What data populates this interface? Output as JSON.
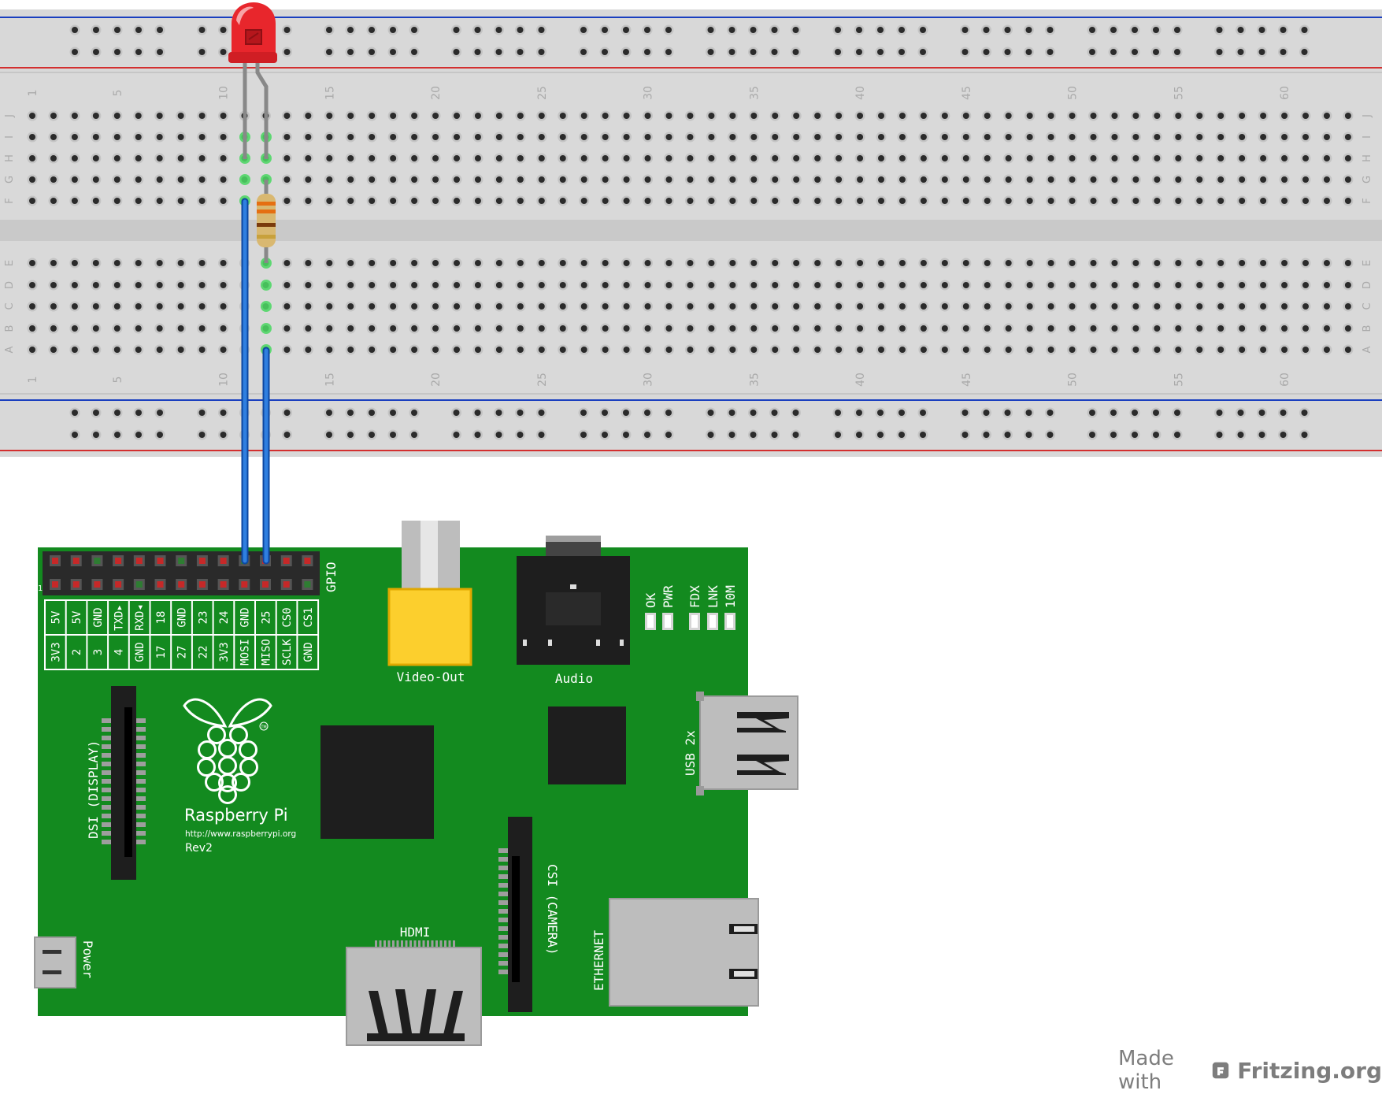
{
  "breadboard": {
    "row_labels_top": [
      "J",
      "I",
      "H",
      "G",
      "F"
    ],
    "row_labels_bottom": [
      "E",
      "D",
      "C",
      "B",
      "A"
    ],
    "column_numbers": [
      "1",
      "5",
      "10",
      "15",
      "20",
      "25",
      "30",
      "35",
      "40",
      "45",
      "50",
      "55",
      "60"
    ]
  },
  "gpio": {
    "label": "GPIO",
    "pin1_marker": "1",
    "top_row": [
      "5V",
      "5V",
      "GND",
      "TXD▸",
      "RXD◂",
      "18",
      "GND",
      "23",
      "24",
      "GND",
      "25",
      "CS0",
      "CS1"
    ],
    "bottom_row": [
      "3V3",
      "2",
      "3",
      "4",
      "GND",
      "17",
      "27",
      "22",
      "3V3",
      "MOSI",
      "MISO",
      "SCLK",
      "GND"
    ]
  },
  "board": {
    "video_out": "Video-Out",
    "audio": "Audio",
    "leds": [
      "OK",
      "PWR",
      "FDX",
      "LNK",
      "10M"
    ],
    "usb": "USB 2x",
    "dsi": "DSI (DISPLAY)",
    "csi": "CSI (CAMERA)",
    "hdmi": "HDMI",
    "ethernet": "ETHERNET",
    "power": "Power",
    "brand": "Raspberry Pi",
    "url": "http://www.raspberrypi.org",
    "rev": "Rev2",
    "tm": "TM"
  },
  "footer": {
    "made_with": "Made with",
    "site": "Fritzing.org"
  },
  "colors": {
    "breadboard": "#d9d9d9",
    "board_green": "#138a1f",
    "wire_blue": "#1565c0",
    "led_red": "#e8262c",
    "connector_yellow": "#fccf2d",
    "rail_red": "#d32f2f",
    "rail_blue": "#1a3fbf"
  }
}
